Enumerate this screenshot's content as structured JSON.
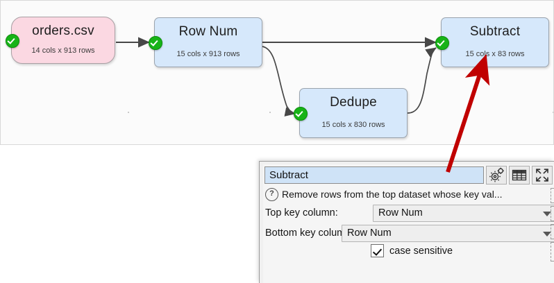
{
  "canvas": {
    "nodes": [
      {
        "id": "orders",
        "title": "orders.csv",
        "subtitle": "14 cols x 913 rows",
        "type": "input",
        "color": "#fbd8e2",
        "status": "ok"
      },
      {
        "id": "rownum",
        "title": "Row Num",
        "subtitle": "15 cols x 913 rows",
        "type": "transform",
        "color": "#d6e8fb",
        "status": "ok"
      },
      {
        "id": "dedupe",
        "title": "Dedupe",
        "subtitle": "15 cols x 830 rows",
        "type": "transform",
        "color": "#d6e8fb",
        "status": "ok"
      },
      {
        "id": "subtract",
        "title": "Subtract",
        "subtitle": "15 cols x 83 rows",
        "type": "transform",
        "color": "#d6e8fb",
        "status": "ok"
      }
    ],
    "edges": [
      {
        "from": "orders",
        "to": "rownum"
      },
      {
        "from": "rownum",
        "to": "subtract"
      },
      {
        "from": "rownum",
        "to": "dedupe"
      },
      {
        "from": "dedupe",
        "to": "subtract"
      }
    ],
    "status_icon": "check-circle-icon"
  },
  "annotation": {
    "type": "arrow",
    "color": "#c00000",
    "points_from": "panel-title-field",
    "points_to": "subtract-node"
  },
  "panel": {
    "title_value": "Subtract",
    "toolbar": [
      {
        "name": "settings-gear-icon",
        "label": "settings"
      },
      {
        "name": "table-grid-icon",
        "label": "table"
      },
      {
        "name": "expand-arrows-icon",
        "label": "expand"
      }
    ],
    "help_icon": "question-mark-icon",
    "description": "Remove rows from the top dataset whose key val...",
    "fields": [
      {
        "label": "Top key column:",
        "value": "Row Num",
        "control": "dropdown"
      },
      {
        "label": "Bottom key column:",
        "value": "Row Num",
        "control": "dropdown"
      }
    ],
    "checkbox": {
      "label": "case sensitive",
      "checked": true
    }
  },
  "colors": {
    "node_blue": "#d6e8fb",
    "node_pink": "#fbd8e2",
    "status_green": "#17b317",
    "annotation_red": "#c00000",
    "title_highlight": "#cfe3f7"
  }
}
